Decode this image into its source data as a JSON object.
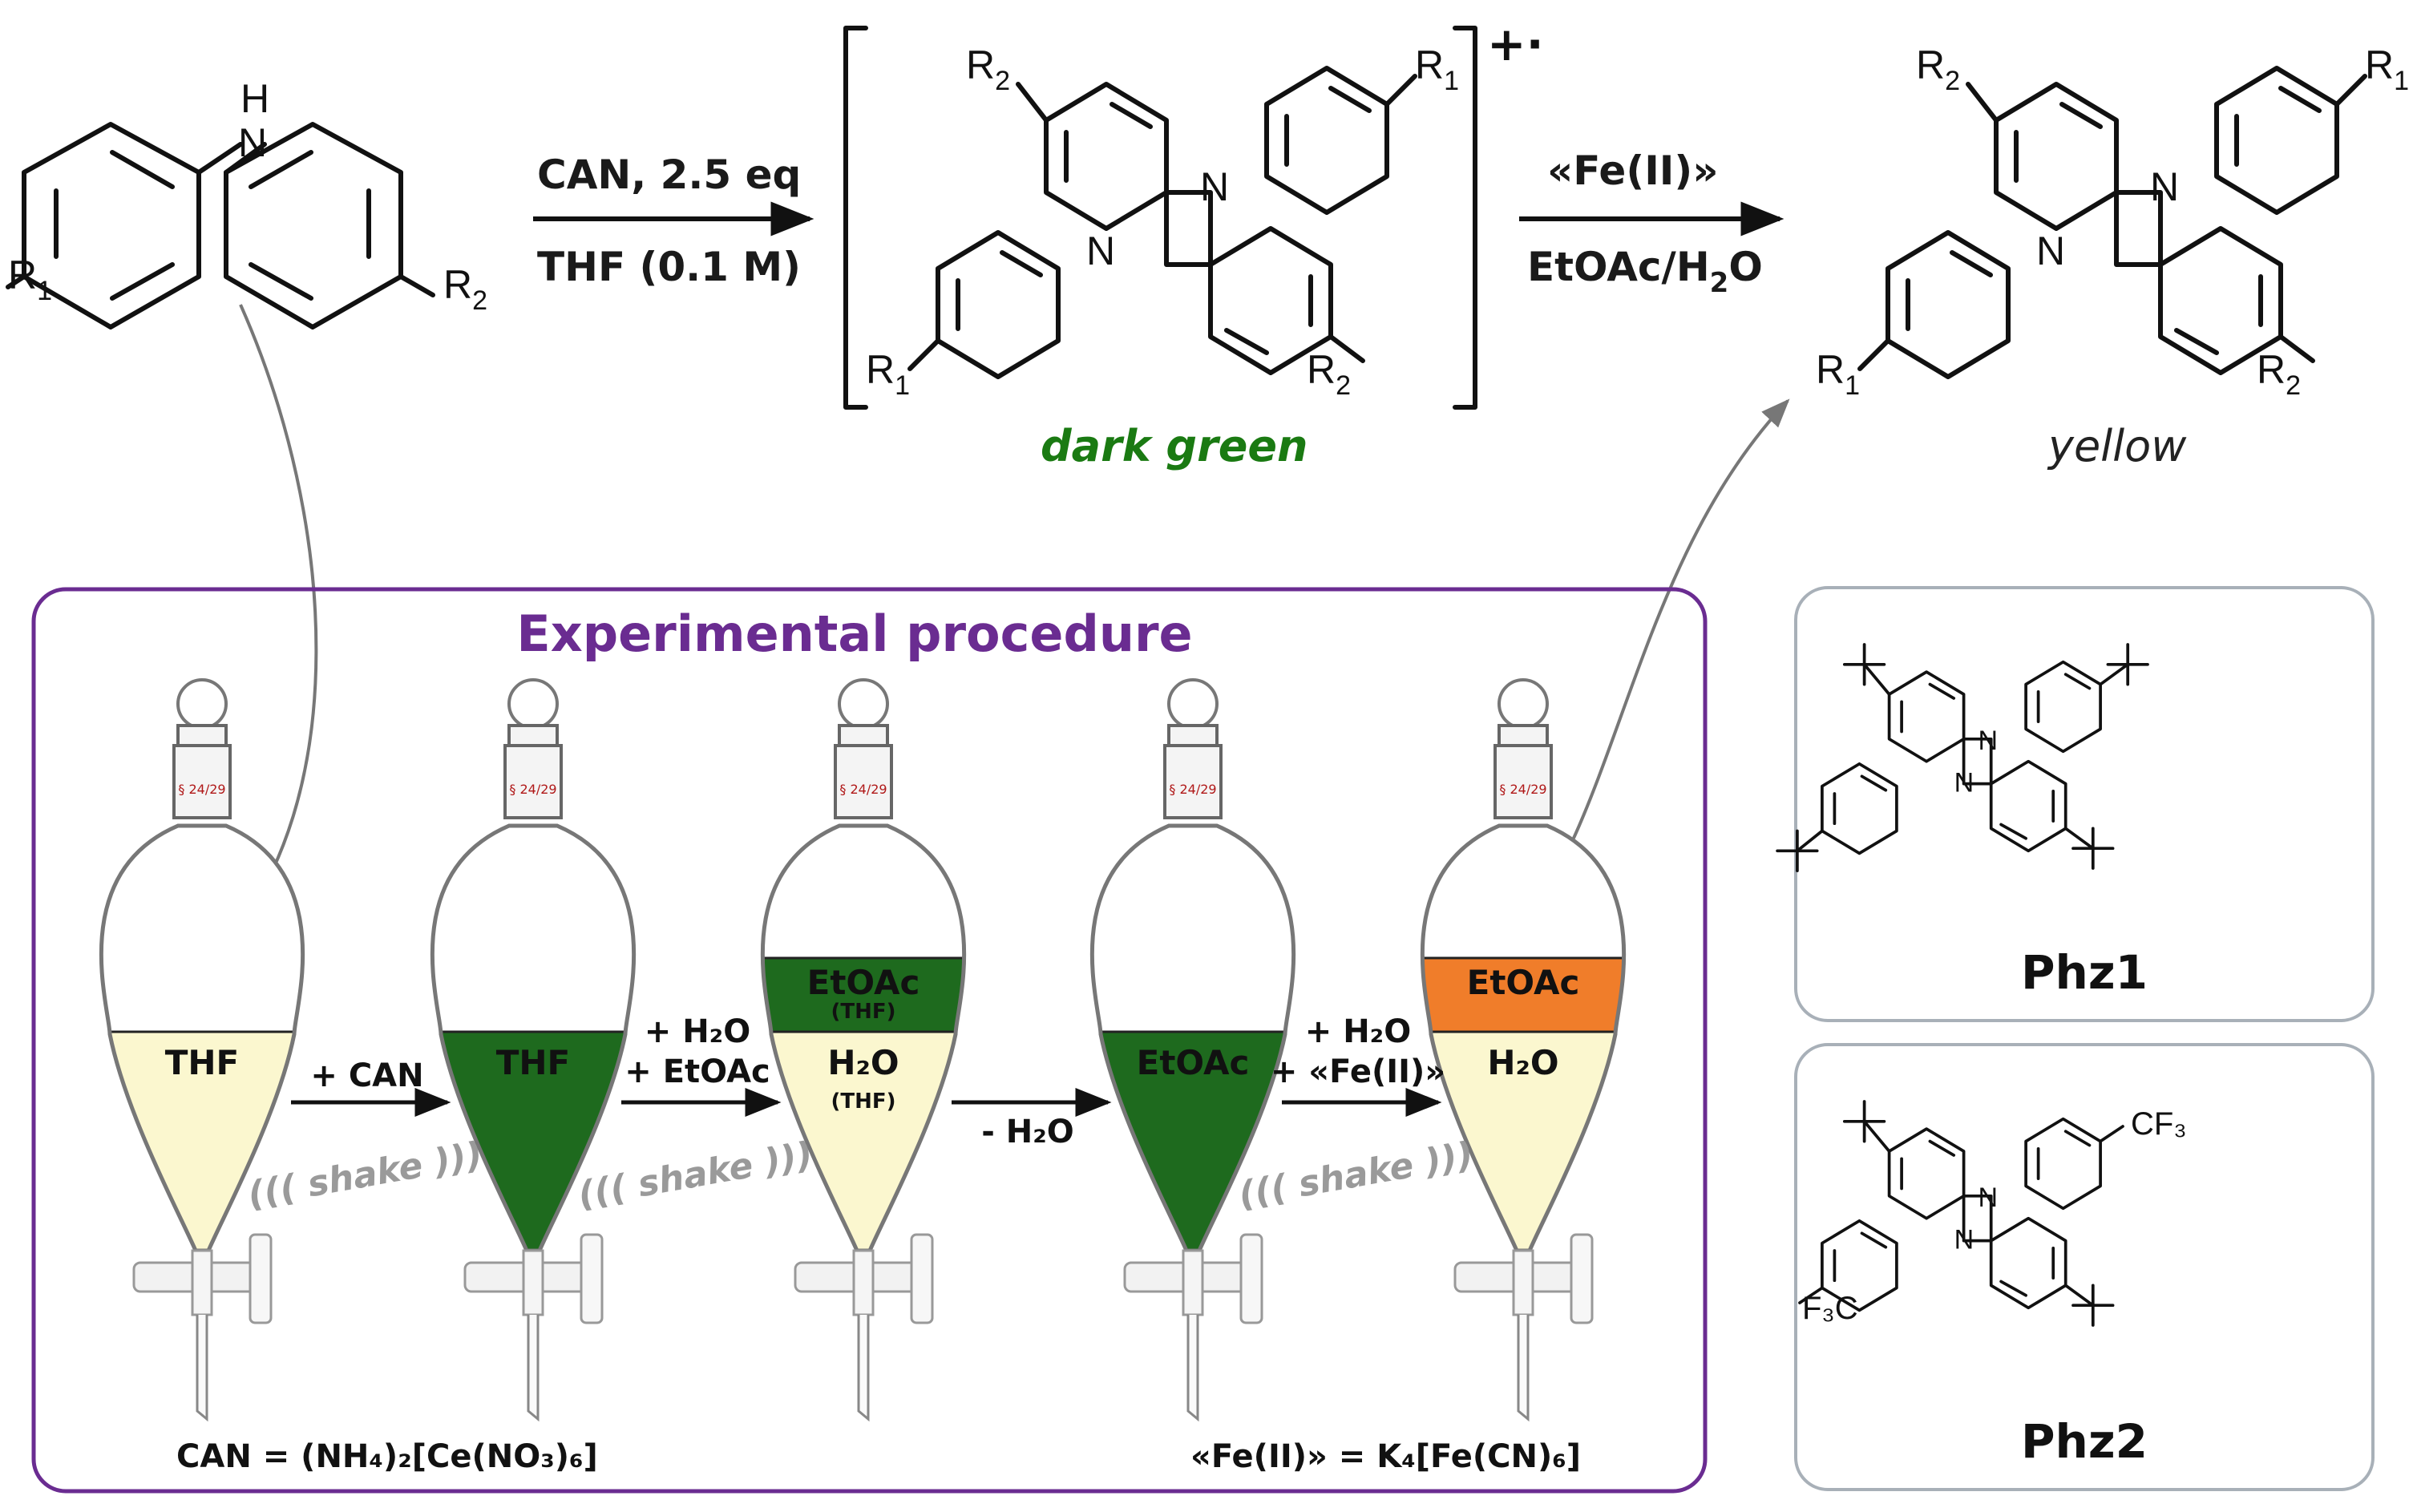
{
  "reaction": {
    "start_material": {
      "nh": "H",
      "n": "N",
      "r1": "R",
      "r1_sub": "1",
      "r2": "R",
      "r2_sub": "2"
    },
    "step1": {
      "reagent": "CAN, 2.5 eq",
      "solvent": "THF (0.1 M)"
    },
    "radical_cation": {
      "charge": "+·",
      "color_label": "dark green",
      "color_label_hex": "#1a7a12"
    },
    "step2": {
      "reagent": "«Fe(II)»",
      "solvent_a": "EtOAc/H",
      "solvent_sub": "2",
      "solvent_b": "O"
    },
    "product": {
      "color_label": "yellow"
    }
  },
  "procedure": {
    "title": "Experimental procedure",
    "title_color": "#6a2c91",
    "frame_color": "#6a2c91",
    "joint_label": "§ 24/29",
    "funnels": [
      {
        "upper_label": "",
        "upper_sub": "",
        "lower_label": "THF",
        "lower_sub": "",
        "upper_color": "",
        "lower_color": "#fbf7cf"
      },
      {
        "upper_label": "",
        "upper_sub": "",
        "lower_label": "THF",
        "lower_sub": "",
        "upper_color": "",
        "lower_color": "#1e6a1e"
      },
      {
        "upper_label": "EtOAc",
        "upper_sub": "(THF)",
        "lower_label": "H₂O",
        "lower_sub": "(THF)",
        "upper_color": "#1e6a1e",
        "lower_color": "#fbf7cf"
      },
      {
        "upper_label": "",
        "upper_sub": "",
        "lower_label": "EtOAc",
        "lower_sub": "",
        "upper_color": "",
        "lower_color": "#1e6a1e"
      },
      {
        "upper_label": "EtOAc",
        "upper_sub": "",
        "lower_label": "H₂O",
        "lower_sub": "",
        "upper_color": "#f07d2a",
        "lower_color": "#fbf7cf"
      }
    ],
    "steps": [
      {
        "line1": "+ CAN",
        "line2": "",
        "shake": "shake"
      },
      {
        "line1": "+ H₂O",
        "line2": "+ EtOAc",
        "shake": "shake"
      },
      {
        "line1": "- H₂O",
        "line2": "",
        "shake": ""
      },
      {
        "line1": "+ H₂O",
        "line2": "+ «Fe(II)»",
        "shake": "shake"
      }
    ],
    "footnote_can": "CAN = (NH₄)₂[Ce(NO₃)₆]",
    "footnote_fe": "«Fe(II)» = K₄[Fe(CN)₆]"
  },
  "examples": [
    {
      "name": "Phz1",
      "substituent_a": "",
      "substituent_b": ""
    },
    {
      "name": "Phz2",
      "substituent_a": "CF₃",
      "substituent_b": "F₃C"
    }
  ],
  "colors": {
    "box_border": "#a8b0b8",
    "arrow": "#111111",
    "curve_arrow": "#777777"
  }
}
